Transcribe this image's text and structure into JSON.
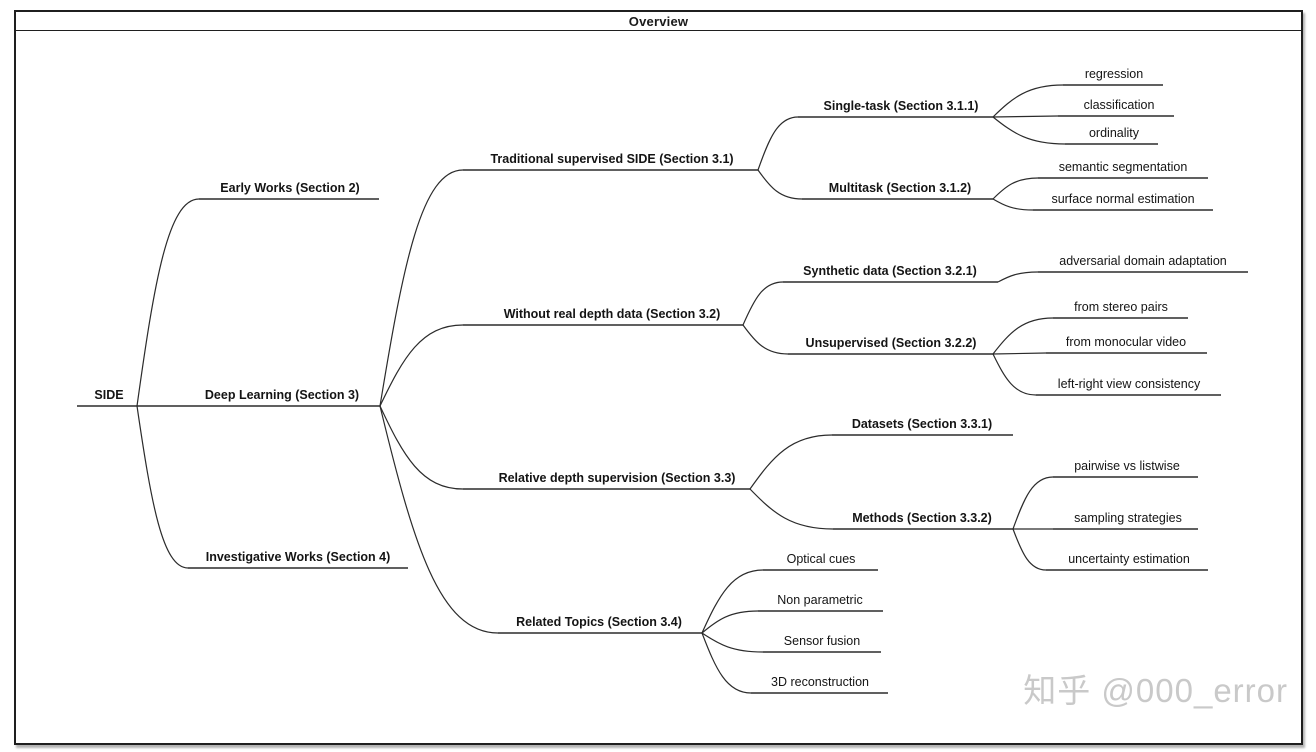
{
  "header": {
    "title": "Overview"
  },
  "watermark": "知乎 @000_error",
  "diagram": {
    "type": "tree",
    "root_label": "SIDE",
    "nodes": [
      {
        "id": "side",
        "parent": null,
        "label": "SIDE",
        "emphasis": "bold"
      },
      {
        "id": "early",
        "parent": "side",
        "label": "Early Works (Section 2)",
        "emphasis": "bold"
      },
      {
        "id": "deep",
        "parent": "side",
        "label": "Deep Learning (Section 3)",
        "emphasis": "bold"
      },
      {
        "id": "invest",
        "parent": "side",
        "label": "Investigative Works (Section 4)",
        "emphasis": "bold"
      },
      {
        "id": "trad",
        "parent": "deep",
        "label": "Traditional supervised SIDE (Section 3.1)",
        "emphasis": "bold"
      },
      {
        "id": "without",
        "parent": "deep",
        "label": "Without real depth data (Section 3.2)",
        "emphasis": "bold"
      },
      {
        "id": "relative",
        "parent": "deep",
        "label": "Relative depth supervision (Section 3.3)",
        "emphasis": "bold"
      },
      {
        "id": "related",
        "parent": "deep",
        "label": "Related Topics (Section 3.4)",
        "emphasis": "bold"
      },
      {
        "id": "single",
        "parent": "trad",
        "label": "Single-task (Section 3.1.1)",
        "emphasis": "bold"
      },
      {
        "id": "multi",
        "parent": "trad",
        "label": "Multitask (Section 3.1.2)",
        "emphasis": "bold"
      },
      {
        "id": "regression",
        "parent": "single",
        "label": "regression",
        "emphasis": "normal"
      },
      {
        "id": "classification",
        "parent": "single",
        "label": "classification",
        "emphasis": "normal"
      },
      {
        "id": "ordinality",
        "parent": "single",
        "label": "ordinality",
        "emphasis": "normal"
      },
      {
        "id": "semseg",
        "parent": "multi",
        "label": "semantic segmentation",
        "emphasis": "normal"
      },
      {
        "id": "surfnorm",
        "parent": "multi",
        "label": "surface normal estimation",
        "emphasis": "normal"
      },
      {
        "id": "synth",
        "parent": "without",
        "label": "Synthetic data (Section 3.2.1)",
        "emphasis": "bold"
      },
      {
        "id": "unsup",
        "parent": "without",
        "label": "Unsupervised (Section 3.2.2)",
        "emphasis": "bold"
      },
      {
        "id": "ada",
        "parent": "synth",
        "label": "adversarial domain adaptation",
        "emphasis": "normal"
      },
      {
        "id": "stereo",
        "parent": "unsup",
        "label": "from stereo pairs",
        "emphasis": "normal"
      },
      {
        "id": "mono",
        "parent": "unsup",
        "label": "from monocular video",
        "emphasis": "normal"
      },
      {
        "id": "lr",
        "parent": "unsup",
        "label": "left-right view consistency",
        "emphasis": "normal"
      },
      {
        "id": "datasets",
        "parent": "relative",
        "label": "Datasets (Section 3.3.1)",
        "emphasis": "bold"
      },
      {
        "id": "methods",
        "parent": "relative",
        "label": "Methods (Section 3.3.2)",
        "emphasis": "bold"
      },
      {
        "id": "pairwise",
        "parent": "methods",
        "label": "pairwise vs listwise",
        "emphasis": "normal"
      },
      {
        "id": "sampling",
        "parent": "methods",
        "label": "sampling strategies",
        "emphasis": "normal"
      },
      {
        "id": "uncertainty",
        "parent": "methods",
        "label": "uncertainty estimation",
        "emphasis": "normal"
      },
      {
        "id": "optical",
        "parent": "related",
        "label": "Optical cues",
        "emphasis": "normal"
      },
      {
        "id": "nonparam",
        "parent": "related",
        "label": "Non parametric",
        "emphasis": "normal"
      },
      {
        "id": "sensor",
        "parent": "related",
        "label": "Sensor fusion",
        "emphasis": "normal"
      },
      {
        "id": "recon3d",
        "parent": "related",
        "label": "3D reconstruction",
        "emphasis": "normal"
      }
    ],
    "line_color": "#2b2b2b"
  }
}
